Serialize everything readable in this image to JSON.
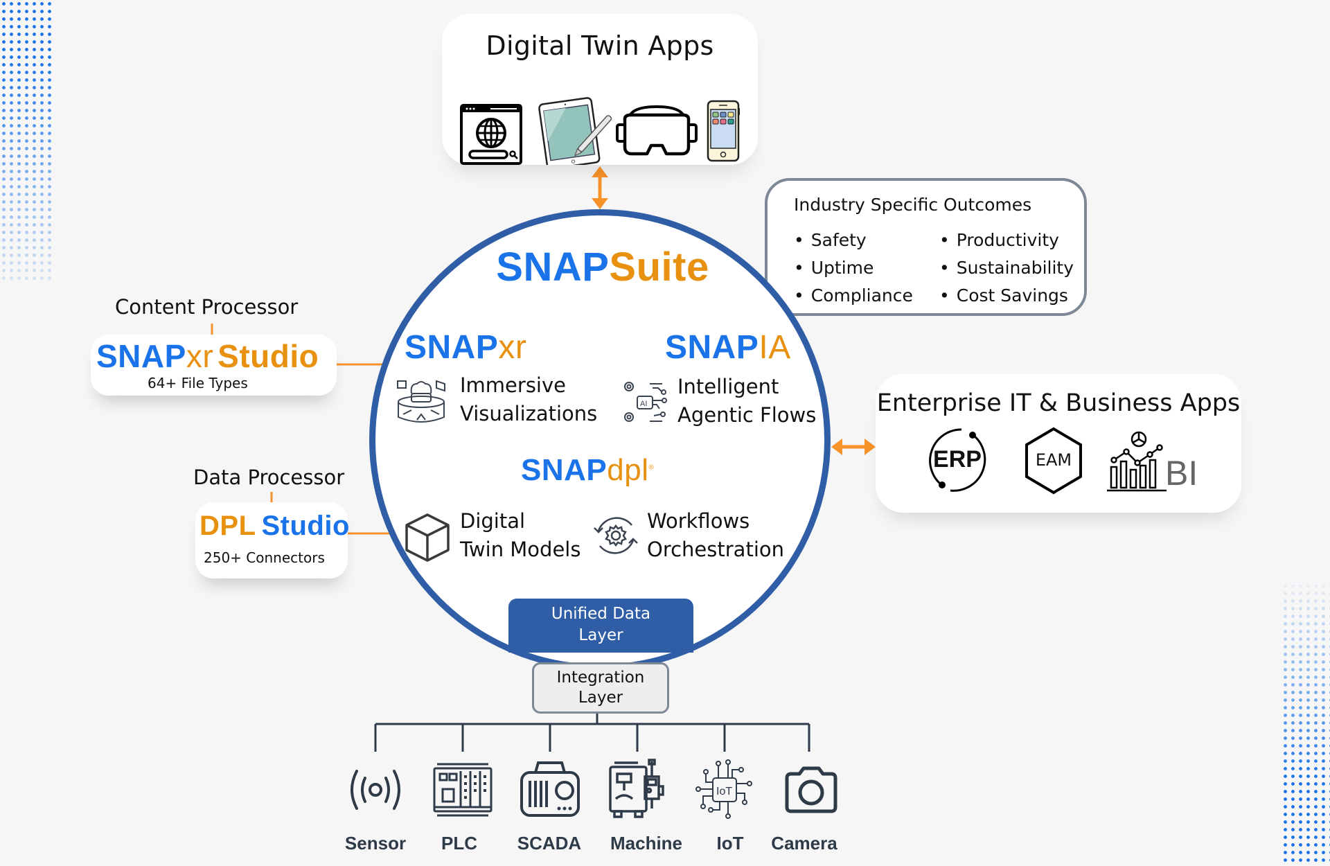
{
  "digital_twin_apps": {
    "title": "Digital Twin Apps",
    "icons": [
      "web-browser-icon",
      "tablet-stylus-icon",
      "vr-headset-icon",
      "smartphone-icon"
    ]
  },
  "industry_outcomes": {
    "title": "Industry Specific Outcomes",
    "column1": [
      "Safety",
      "Uptime",
      "Compliance"
    ],
    "column2": [
      "Productivity",
      "Sustainability",
      "Cost Savings"
    ]
  },
  "suite": {
    "name_part1": "SNAP",
    "name_part2": "Suite"
  },
  "modules": {
    "xr": {
      "name_part1": "SNAP",
      "name_part2": "xr",
      "feature_line1": "Immersive",
      "feature_line2": "Visualizations"
    },
    "ia": {
      "name_part1": "SNAP",
      "name_part2": "IA",
      "feature_line1": "Intelligent",
      "feature_line2": "Agentic Flows"
    },
    "dpl": {
      "name_part1": "SNAP",
      "name_part2": "dpl",
      "trademark": "®",
      "feature1_line1": "Digital",
      "feature1_line2": "Twin Models",
      "feature2_line1": "Workflows",
      "feature2_line2": "Orchestration"
    }
  },
  "layers": {
    "unified_line1": "Unified Data",
    "unified_line2": "Layer",
    "integration_line1": "Integration",
    "integration_line2": "Layer"
  },
  "content_processor": {
    "label": "Content Processor",
    "studio_part1": "SNAP",
    "studio_part2": "xr",
    "studio_part3": "Studio",
    "subtitle": "64+ File Types"
  },
  "data_processor": {
    "label": "Data Processor",
    "studio_part1": "DPL",
    "studio_part2": "Studio",
    "subtitle": "250+ Connectors"
  },
  "enterprise": {
    "title": "Enterprise IT & Business Apps",
    "erp_label": "ERP",
    "eam_label": "EAM",
    "bi_label": "BI"
  },
  "sources": [
    {
      "label": "Sensor",
      "icon": "sensor-icon"
    },
    {
      "label": "PLC",
      "icon": "plc-icon"
    },
    {
      "label": "SCADA",
      "icon": "scada-icon"
    },
    {
      "label": "Machine",
      "icon": "machine-icon"
    },
    {
      "label": "IoT",
      "icon": "iot-icon"
    },
    {
      "label": "Camera",
      "icon": "camera-icon"
    }
  ],
  "colors": {
    "brand_blue": "#1a73e8",
    "brand_amber": "#e8900f",
    "circle_blue": "#2f5ea6",
    "connector_orange": "#f7932b",
    "outline_gray": "#7c8896"
  }
}
